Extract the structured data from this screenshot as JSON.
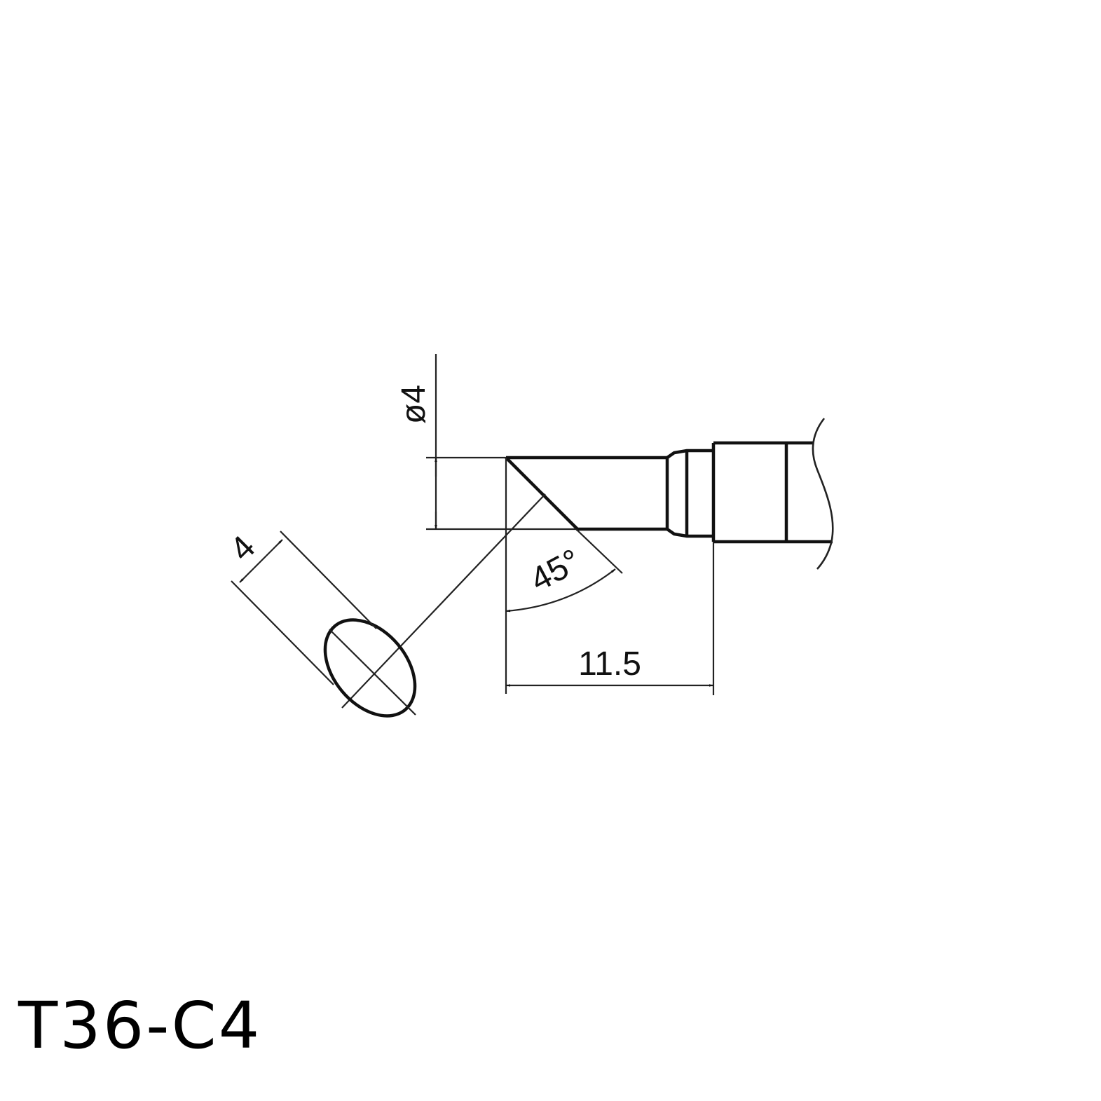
{
  "title": "T36-C4",
  "dimensions": {
    "diameter": "ø4",
    "face_width": "4",
    "angle": "45°",
    "length": "11.5"
  },
  "colors": {
    "line": "#111111",
    "background": "#ffffff"
  }
}
